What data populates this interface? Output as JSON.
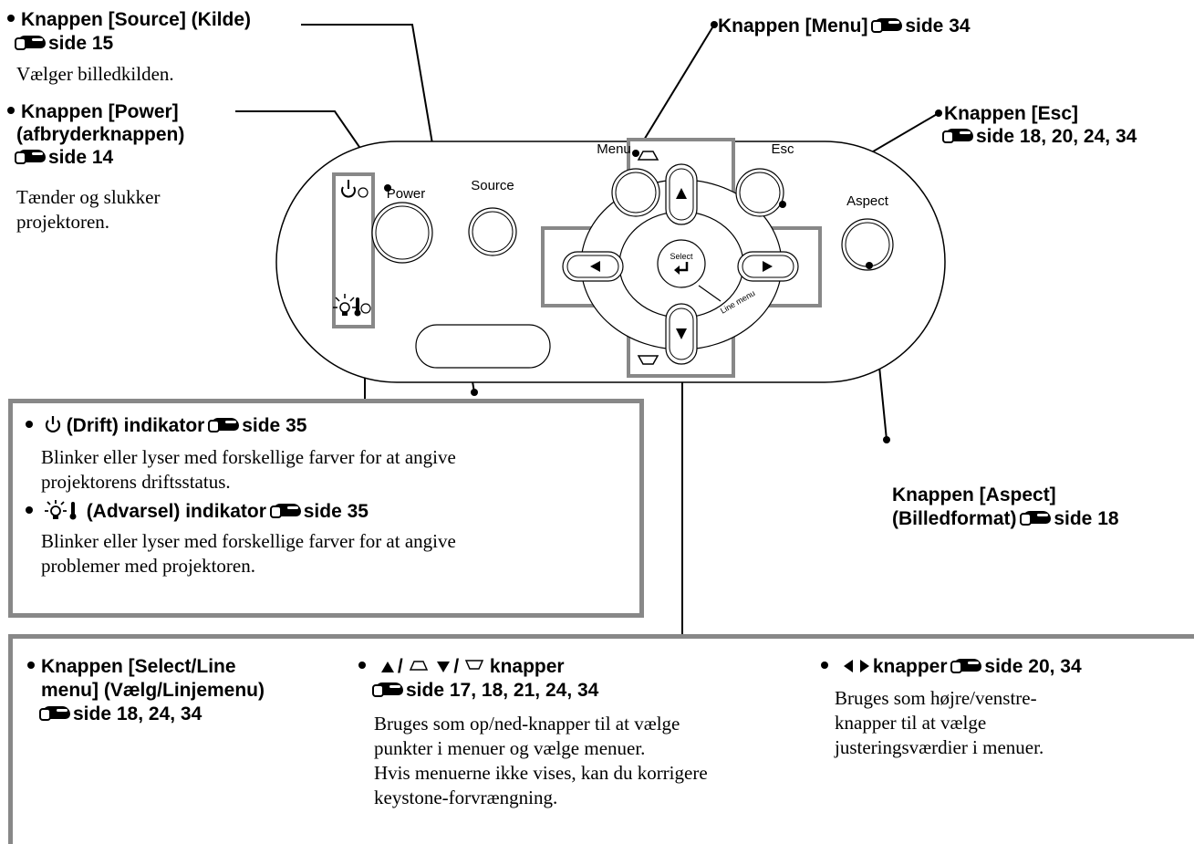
{
  "ref_prefix": "side",
  "source": {
    "title": "Knappen [Source] (Kilde)",
    "ref": "15",
    "desc": "Vælger billedkilden."
  },
  "power": {
    "title_line1": "Knappen [Power]",
    "title_line2": "(afbryderknappen)",
    "ref": "14",
    "desc_line1": "Tænder og slukker",
    "desc_line2": "projektoren."
  },
  "menu": {
    "title": "Knappen [Menu]",
    "ref": "34"
  },
  "esc": {
    "title": "Knappen [Esc]",
    "ref": "18, 20, 24, 34"
  },
  "aspect": {
    "title_line1": "Knappen [Aspect]",
    "title_line2": "(Billedformat)",
    "ref": "18"
  },
  "indicators": {
    "drift_title": "(Drift) indikator",
    "drift_ref": "35",
    "drift_desc_line1": "Blinker eller lyser med forskellige farver for at angive",
    "drift_desc_line2": "projektorens driftsstatus.",
    "warn_title": "(Advarsel) indikator",
    "warn_ref": "35",
    "warn_desc_line1": "Blinker eller lyser med forskellige farver for at angive",
    "warn_desc_line2": "problemer med projektoren."
  },
  "select": {
    "title_line1": "Knappen [Select/Line",
    "title_line2": "menu] (Vælg/Linjemenu)",
    "ref": "18, 24, 34"
  },
  "updown": {
    "title_sep": "/",
    "title_tail": "knapper",
    "ref": "17, 18, 21, 24, 34",
    "desc_line1": "Bruges som op/ned-knapper til at vælge",
    "desc_line2": "punkter i menuer og vælge menuer.",
    "desc_line3": "Hvis menuerne ikke vises, kan du korrigere",
    "desc_line4": "keystone-forvrængning."
  },
  "leftright": {
    "title": "knapper",
    "ref": "20, 34",
    "desc_line1": "Bruges som højre/venstre-",
    "desc_line2": "knapper til at vælge",
    "desc_line3": "justeringsværdier i menuer."
  },
  "panel": {
    "power_label": "Power",
    "source_label": "Source",
    "menu_label": "Menu",
    "esc_label": "Esc",
    "aspect_label": "Aspect",
    "select_line1": "Select",
    "line_menu_label": "Line menu"
  },
  "colors": {
    "frame": "#888888",
    "ink": "#000000"
  }
}
